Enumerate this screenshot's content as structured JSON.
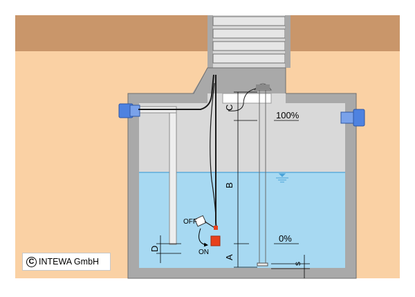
{
  "diagram": {
    "labels": {
      "off": "OFF",
      "on": "ON",
      "level_full": "100%",
      "level_empty": "0%",
      "dim_a": "A",
      "dim_b": "B",
      "dim_c": "C",
      "dim_d": "D",
      "dim_s": "s"
    },
    "copyright": {
      "symbol": "C",
      "text": "INTEWA GmbH"
    },
    "colors": {
      "soil": "#c9966a",
      "ground": "#fad1a4",
      "tank_wall": "#a9a9a9",
      "air": "#d9d9d9",
      "water": "#a7d9f2",
      "water_line": "#4aa3d8",
      "pipe_end": "#4e82e0",
      "float_switch": "#e8401c"
    },
    "icons": [
      "inlet-pipe-icon",
      "outlet-pipe-icon",
      "float-switch-icon",
      "pump-icon",
      "level-sensor-icon",
      "water-level-icon"
    ]
  }
}
